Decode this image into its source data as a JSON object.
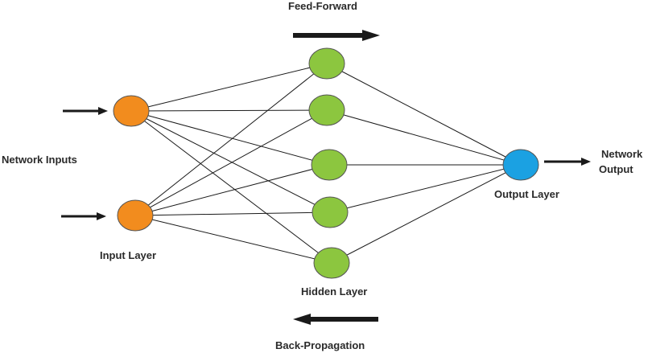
{
  "labels": {
    "feed_forward": "Feed-Forward",
    "back_propagation": "Back-Propagation",
    "network_inputs": "Network Inputs",
    "input_layer": "Input Layer",
    "hidden_layer": "Hidden Layer",
    "output_layer": "Output Layer",
    "network_output_line1": "Network",
    "network_output_line2": "Output"
  },
  "layers": {
    "input": {
      "count": 2,
      "color": "#f28c1e"
    },
    "hidden": {
      "count": 5,
      "color": "#8cc63f"
    },
    "output": {
      "count": 1,
      "color": "#1ba1e2"
    }
  },
  "colors": {
    "edge": "#1a1a1a",
    "arrow": "#1a1a1a",
    "node_stroke": "#555555"
  }
}
